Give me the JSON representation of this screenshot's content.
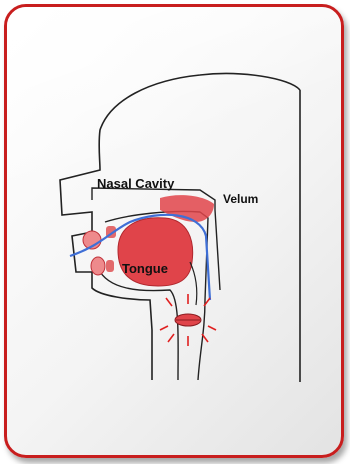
{
  "labels": {
    "nasal_cavity": "Nasal Cavity",
    "velum": "Velum",
    "tongue": "Tongue"
  },
  "colors": {
    "frame_border": "#c81e1e",
    "tissue_red": "#e0444a",
    "tissue_pink": "#ee8a8c",
    "airflow_blue": "#3f6fd6",
    "vibration_red": "#e02020",
    "outline": "#222222"
  }
}
